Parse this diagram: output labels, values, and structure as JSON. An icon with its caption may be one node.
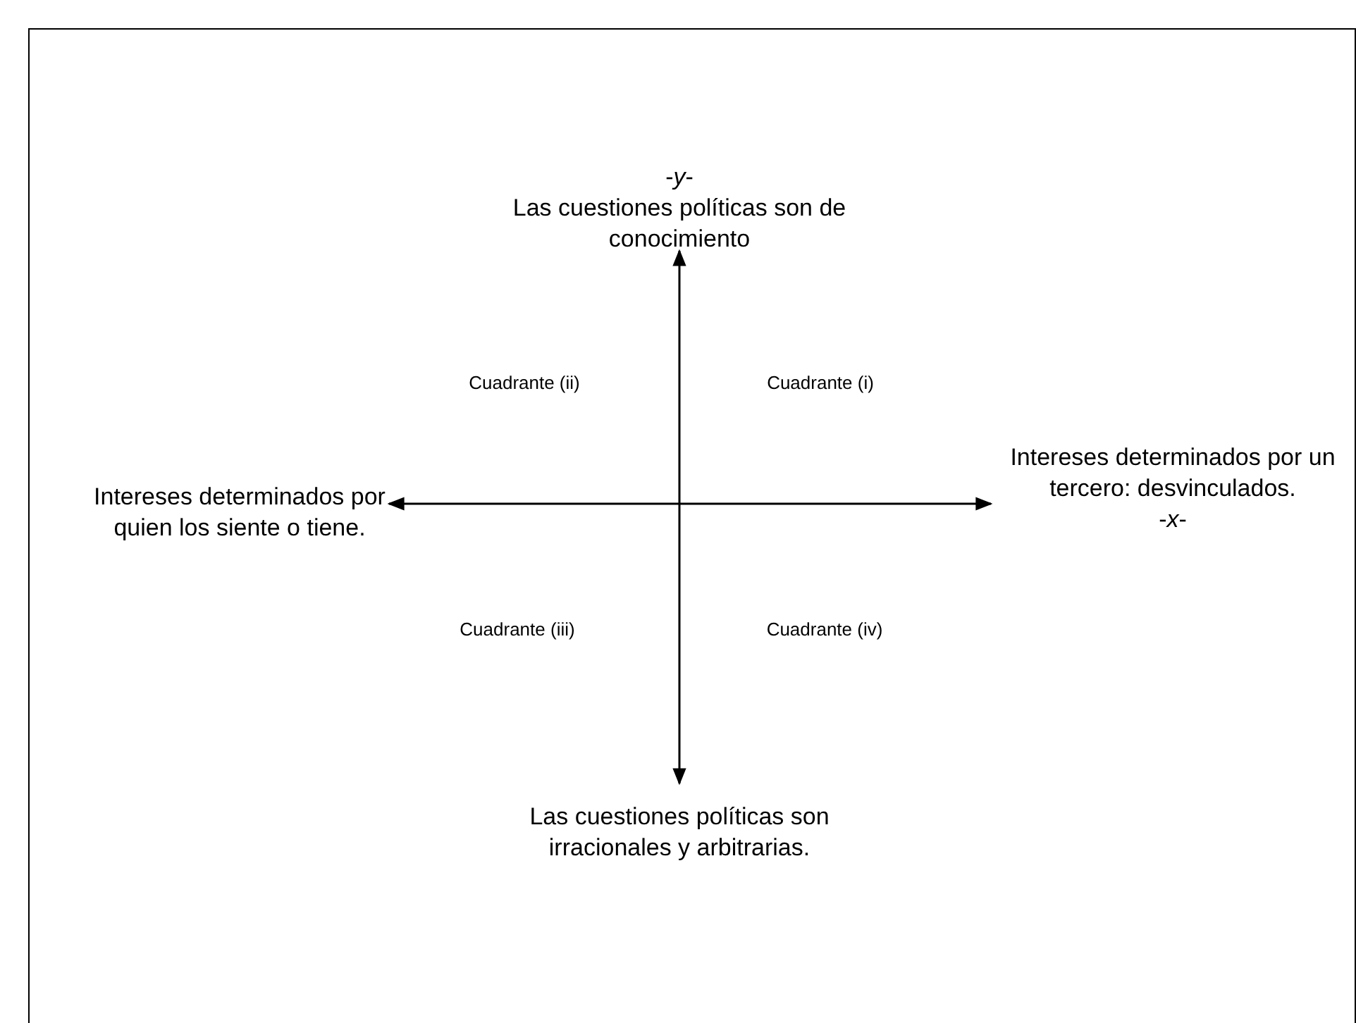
{
  "diagram": {
    "nodes": [
      {
        "text": [
          "-*y*-",
          "Las cuestiones políticas son de conocimiento"
        ]
      },
      {
        "text": [
          "Intereses determinados por quien los siente o tiene."
        ]
      },
      {
        "text": [
          "Intereses determinados por un tercero: desvinculados.",
          "-*x*-"
        ]
      },
      {
        "text": [
          "Las cuestiones políticas son irracionales y arbitrarias."
        ]
      }
    ],
    "edges": [
      {
        "from": 0,
        "to": 3,
        "arrow": "both"
      },
      {
        "from": 1,
        "to": 2,
        "arrow": "both"
      }
    ],
    "labels": [
      "Cuadrante (ii)",
      "Cuadrante (i)",
      "Cuadrante (iii)",
      "Cuadrante (iv)"
    ]
  }
}
